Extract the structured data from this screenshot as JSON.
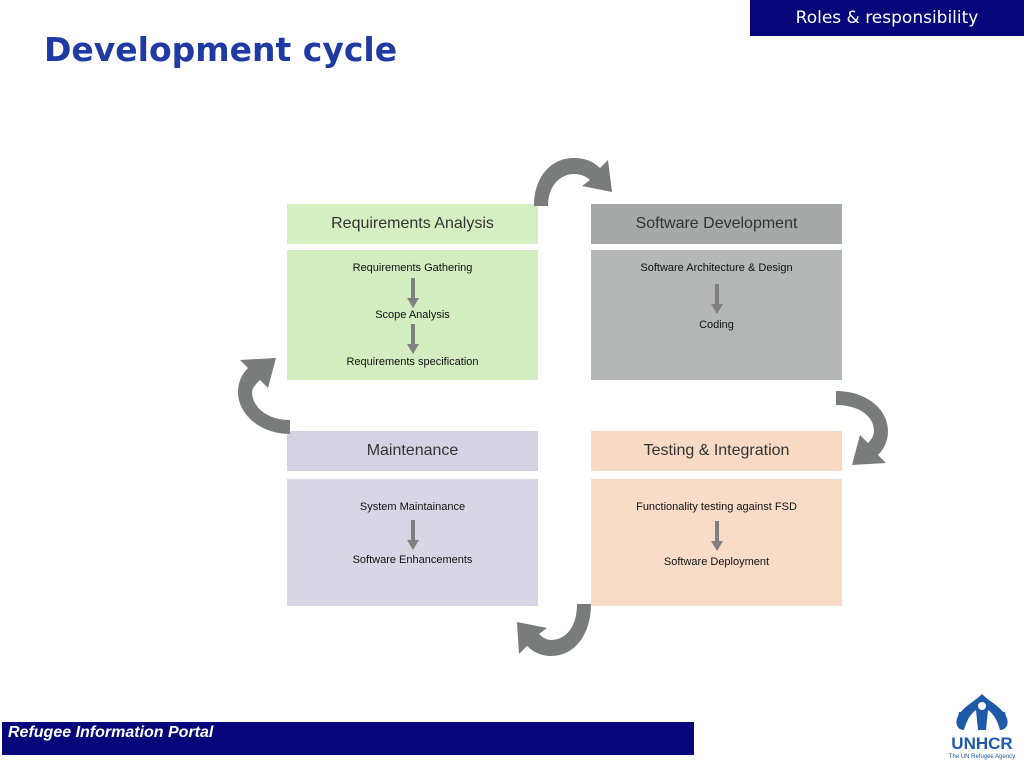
{
  "header": {
    "section_tag": "Roles & responsibility",
    "title": "Development cycle"
  },
  "diagram": {
    "quadrants": [
      {
        "id": "requirements",
        "title": "Requirements Analysis",
        "header_color": "#d5efc2",
        "body_color": "#d3ecc0",
        "steps": [
          "Requirements Gathering",
          "Scope Analysis",
          "Requirements specification"
        ]
      },
      {
        "id": "development",
        "title": "Software Development",
        "header_color": "#a7a8a8",
        "body_color": "#b5b6b6",
        "steps": [
          "Software Architecture & Design",
          "Coding"
        ]
      },
      {
        "id": "maintenance",
        "title": "Maintenance",
        "header_color": "#d4d2e2",
        "body_color": "#d8d6e4",
        "steps": [
          "System Maintainance",
          "Software Enhancements"
        ]
      },
      {
        "id": "testing",
        "title": "Testing & Integration",
        "header_color": "#f7d9c4",
        "body_color": "#f8dcc7",
        "steps": [
          "Functionality testing against FSD",
          "Software Deployment"
        ]
      }
    ],
    "arrow_color": "#7a7b7b"
  },
  "footer": {
    "label": "Refugee Information Portal"
  },
  "logo": {
    "name": "UNHCR",
    "subtitle": "The UN Refugee Agency"
  }
}
